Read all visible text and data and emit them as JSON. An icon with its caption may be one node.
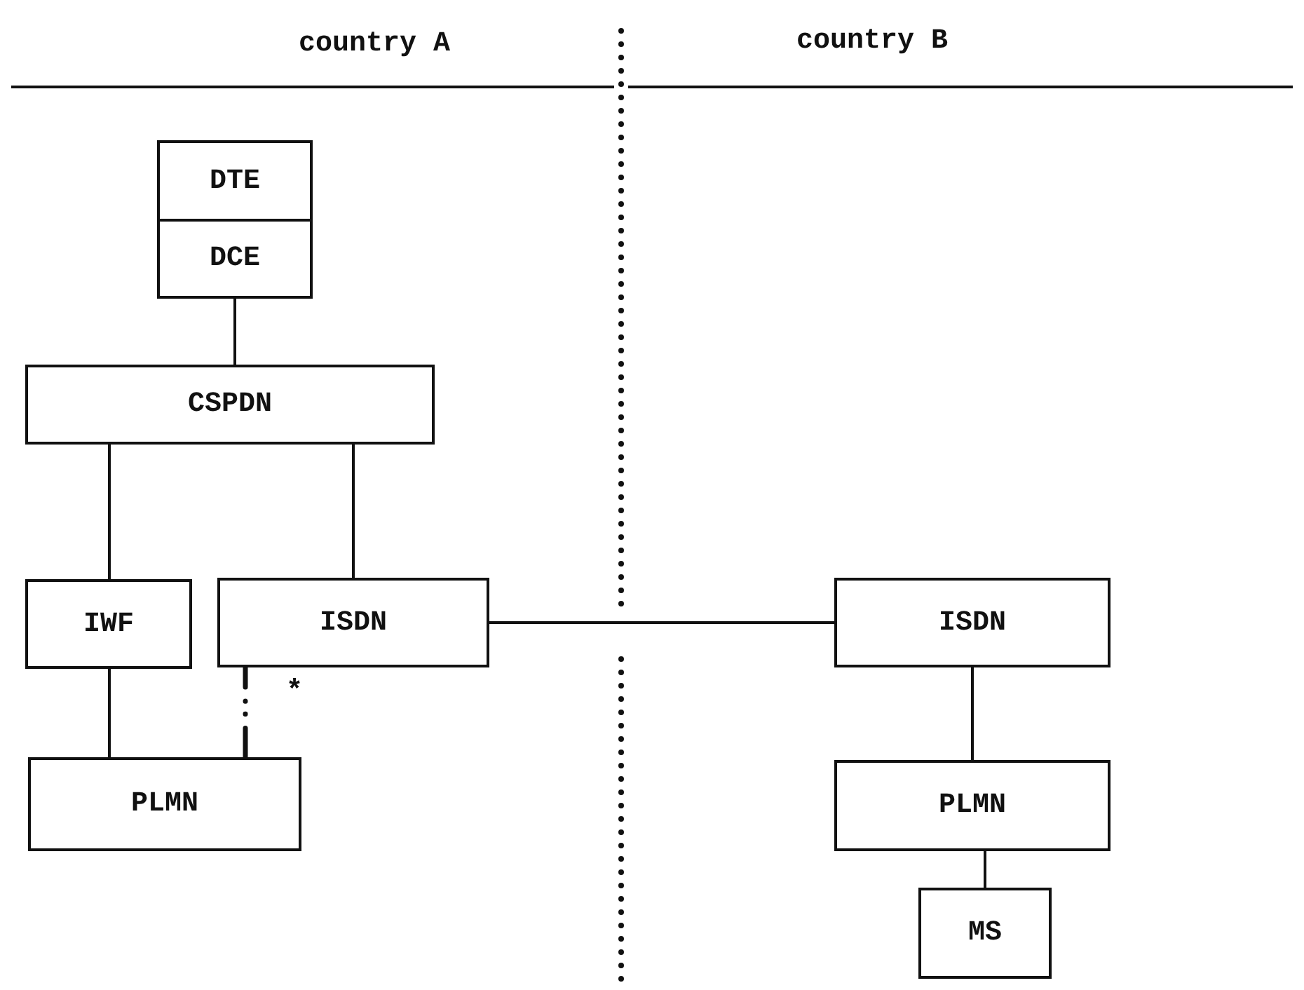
{
  "diagram": {
    "nodes": [
      {
        "text": [
          "DTE"
        ]
      },
      {
        "text": [
          "DCE"
        ]
      },
      {
        "text": [
          "CSPDN"
        ]
      },
      {
        "text": [
          "IWF"
        ]
      },
      {
        "text": [
          "ISDN"
        ]
      },
      {
        "text": [
          "PLMN"
        ]
      },
      {
        "text": [
          "ISDN"
        ]
      },
      {
        "text": [
          "PLMN"
        ]
      },
      {
        "text": [
          "MS"
        ]
      }
    ],
    "edges": [
      {
        "from": 1,
        "to": 2,
        "arrow": "none"
      },
      {
        "from": 2,
        "to": 3,
        "arrow": "none"
      },
      {
        "from": 2,
        "to": 4,
        "arrow": "none"
      },
      {
        "from": 3,
        "to": 5,
        "arrow": "none"
      },
      {
        "from": 4,
        "to": 5,
        "arrow": "none",
        "style": "dashed"
      },
      {
        "from": 4,
        "to": 6,
        "arrow": "none"
      },
      {
        "from": 6,
        "to": 7,
        "arrow": "none"
      },
      {
        "from": 7,
        "to": 8,
        "arrow": "none"
      }
    ],
    "labels": [
      "country A",
      "country B",
      "*"
    ]
  }
}
